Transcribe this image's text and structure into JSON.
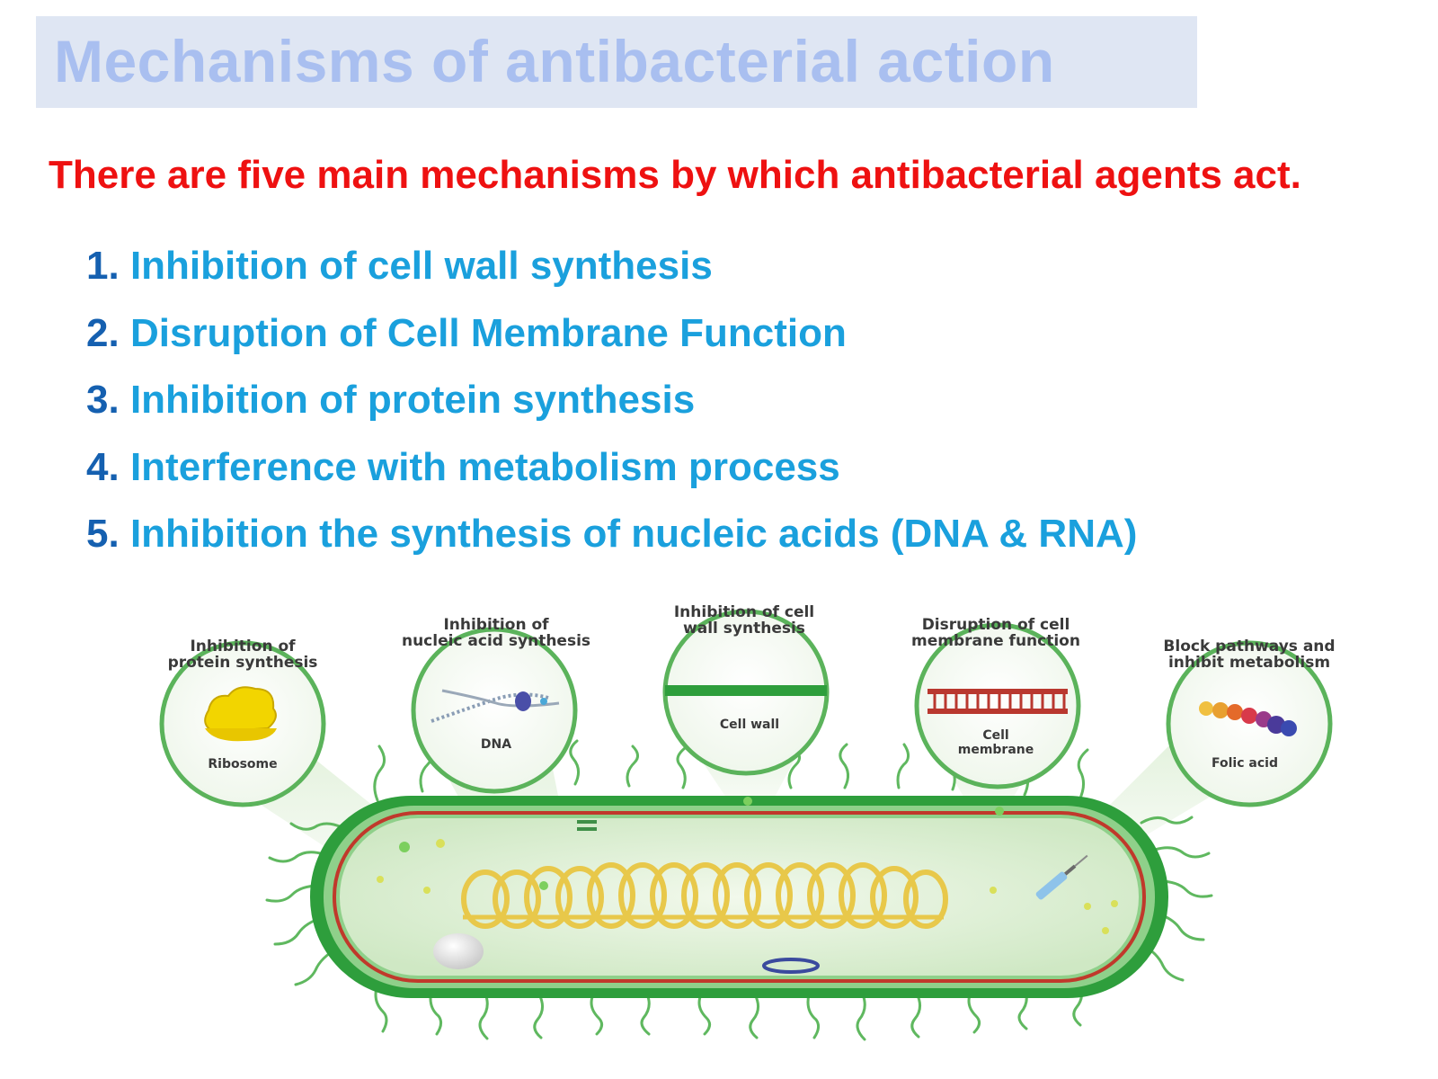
{
  "title": "Mechanisms of antibacterial action",
  "intro": "There are five  main mechanisms by which antibacterial agents act.",
  "mechanisms": [
    {
      "num": "1.",
      "text": "Inhibition of cell wall synthesis"
    },
    {
      "num": "2.",
      "text": "Disruption of Cell Membrane Function"
    },
    {
      "num": "3.",
      "text": "Inhibition of protein synthesis"
    },
    {
      "num": "4.",
      "text": "Interference with metabolism process"
    },
    {
      "num": "5.",
      "text": "Inhibition the synthesis  of nucleic acids (DNA & RNA)"
    }
  ],
  "diagram": {
    "targets": [
      {
        "heading": [
          "Inhibition of",
          "protein synthesis"
        ],
        "inner_label": [
          "Ribosome"
        ]
      },
      {
        "heading": [
          "Inhibition of",
          "nucleic acid synthesis"
        ],
        "inner_label": [
          "DNA"
        ]
      },
      {
        "heading": [
          "Inhibition of cell",
          "wall synthesis"
        ],
        "inner_label": [
          "Cell wall"
        ]
      },
      {
        "heading": [
          "Disruption of cell",
          "membrane function"
        ],
        "inner_label": [
          "Cell",
          "membrane"
        ]
      },
      {
        "heading": [
          "Block pathways and",
          "inhibit metabolism"
        ],
        "inner_label": [
          "Folic acid"
        ]
      }
    ]
  },
  "colors": {
    "title_text": "#a9bff0",
    "title_background": "#dfe6f3",
    "intro_text": "#ee1111",
    "list_number": "#1560b0",
    "list_text": "#1aa0dd",
    "cell_wall_green": "#2e9e3c",
    "membrane_red": "#c0392b",
    "dna_yellow": "#e8c84a"
  }
}
